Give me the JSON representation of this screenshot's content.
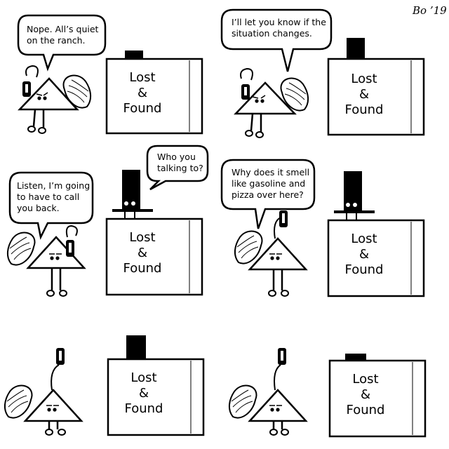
{
  "signature": "Bo ’19",
  "box_label": {
    "line1": "Lost",
    "line2": "&",
    "line3": "Found"
  },
  "panels": [
    {
      "id": 1,
      "speech": "Nope. All’s quiet\non the ranch.",
      "speaker": "triangle"
    },
    {
      "id": 2,
      "speech": "I’ll let you know if the\nsituation changes.",
      "speaker": "triangle"
    },
    {
      "id": 3,
      "speech": "Listen, I’m going\nto have to call\nyou back.",
      "speaker": "triangle",
      "speech2": "Who you\ntalking to?",
      "speaker2": "box"
    },
    {
      "id": 4,
      "speech": "Why does it smell\nlike gasoline and\npizza over here?",
      "speaker": "triangle"
    },
    {
      "id": 5
    },
    {
      "id": 6
    }
  ],
  "icons": {
    "character": "triangle-character-icon",
    "phone": "phone-icon",
    "tophat": "top-hat-icon",
    "tail": "feather-tail-icon"
  },
  "colors": {
    "ink": "#000000",
    "paper": "#ffffff",
    "box_fill": "#ffffff"
  }
}
